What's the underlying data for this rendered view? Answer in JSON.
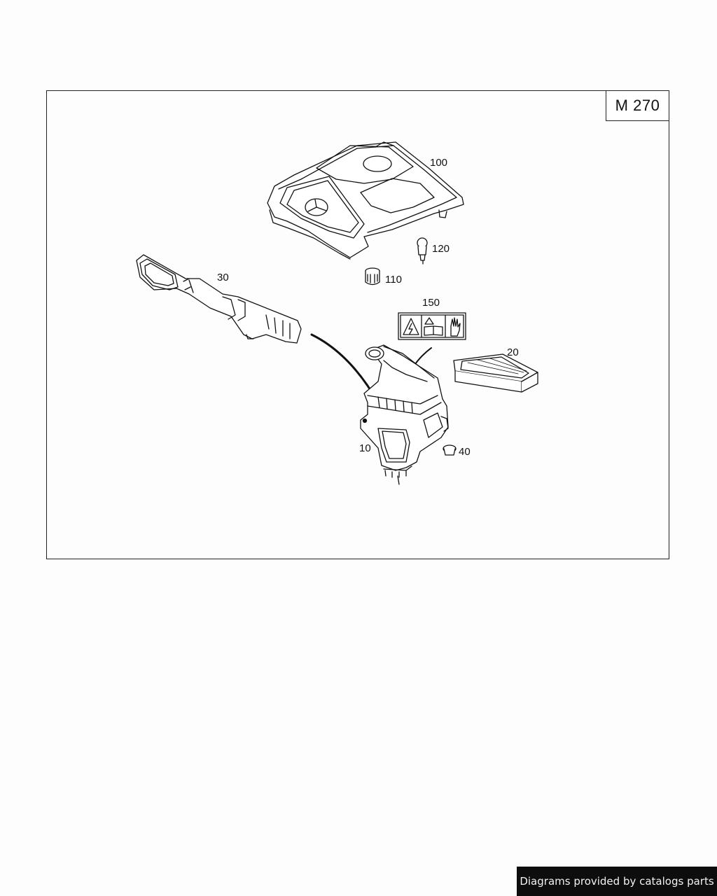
{
  "diagram": {
    "model_tag": "M 270",
    "callouts": {
      "p100": "100",
      "p120": "120",
      "p30": "30",
      "p110": "110",
      "p150": "150",
      "p20": "20",
      "p10": "10",
      "p40": "40"
    }
  },
  "footer": {
    "credit": "Diagrams provided by catalogs parts"
  },
  "colors": {
    "line": "#111111",
    "background": "#fdfdfd",
    "credit_bar": "#0d0d0d"
  },
  "icons": [
    "high-voltage-warning-icon",
    "read-manual-icon",
    "hand-warning-icon",
    "star-emblem-icon"
  ]
}
